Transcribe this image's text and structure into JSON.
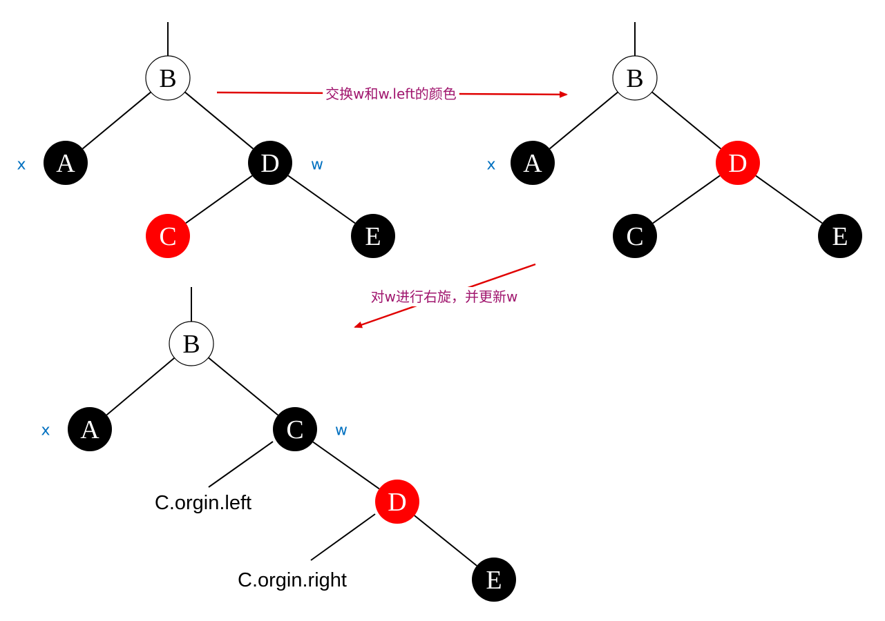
{
  "colors": {
    "black_node": "#000000",
    "red_node": "#ff0000",
    "white_node": "#ffffff",
    "pointer_label": "#0070c0",
    "arrow": "#e00000",
    "note_text": "#a0166e"
  },
  "steps": [
    {
      "id": "step1",
      "nodes": [
        {
          "id": "B",
          "label": "B",
          "color": "white"
        },
        {
          "id": "A",
          "label": "A",
          "color": "black"
        },
        {
          "id": "D",
          "label": "D",
          "color": "black"
        },
        {
          "id": "C",
          "label": "C",
          "color": "red"
        },
        {
          "id": "E",
          "label": "E",
          "color": "black"
        }
      ],
      "edges": [
        [
          "B",
          "A"
        ],
        [
          "B",
          "D"
        ],
        [
          "D",
          "C"
        ],
        [
          "D",
          "E"
        ]
      ],
      "pointers": [
        {
          "label": "x",
          "node": "A"
        },
        {
          "label": "w",
          "node": "D"
        }
      ]
    },
    {
      "id": "step2",
      "nodes": [
        {
          "id": "B",
          "label": "B",
          "color": "white"
        },
        {
          "id": "A",
          "label": "A",
          "color": "black"
        },
        {
          "id": "D",
          "label": "D",
          "color": "red"
        },
        {
          "id": "C",
          "label": "C",
          "color": "black"
        },
        {
          "id": "E",
          "label": "E",
          "color": "black"
        }
      ],
      "edges": [
        [
          "B",
          "A"
        ],
        [
          "B",
          "D"
        ],
        [
          "D",
          "C"
        ],
        [
          "D",
          "E"
        ]
      ],
      "pointers": [
        {
          "label": "x",
          "node": "A"
        }
      ]
    },
    {
      "id": "step3",
      "nodes": [
        {
          "id": "B",
          "label": "B",
          "color": "white"
        },
        {
          "id": "A",
          "label": "A",
          "color": "black"
        },
        {
          "id": "C",
          "label": "C",
          "color": "black"
        },
        {
          "id": "D",
          "label": "D",
          "color": "red"
        },
        {
          "id": "E",
          "label": "E",
          "color": "black"
        }
      ],
      "edges": [
        [
          "B",
          "A"
        ],
        [
          "B",
          "C"
        ],
        [
          "C",
          "D"
        ],
        [
          "D",
          "E"
        ]
      ],
      "pointers": [
        {
          "label": "x",
          "node": "A"
        },
        {
          "label": "w",
          "node": "C"
        }
      ],
      "subtrees": [
        {
          "id": "c-left",
          "label": "C.orgin.left"
        },
        {
          "id": "c-right",
          "label": "C.orgin.right"
        }
      ]
    }
  ],
  "transitions": [
    {
      "id": "t1",
      "label": "交换w和w.left的颜色"
    },
    {
      "id": "t2",
      "label": "对w进行右旋，并更新w"
    }
  ]
}
